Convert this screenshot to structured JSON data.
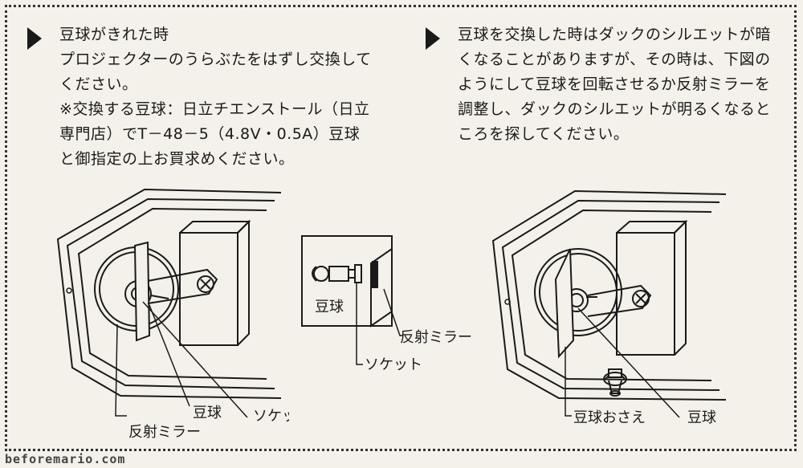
{
  "left": {
    "heading": "豆球がきれた時",
    "lines": [
      "プロジェクターのうらぶたをはずし交換して",
      "ください。",
      "※交換する豆球：日立チエンストール（日立",
      "専門店）でT－48－5（4.8V・0.5A）豆球",
      "と御指定の上お買求めください。"
    ],
    "labels": {
      "bulb_main": "豆球",
      "socket_main": "ソケット",
      "mirror_main": "反射ミラー",
      "bulb_inset": "豆球",
      "mirror_inset": "反射ミラー",
      "socket_inset": "ソケット"
    }
  },
  "right": {
    "lines": [
      "豆球を交換した時はダックのシルエットが暗",
      "くなることがありますが、その時は、下図の",
      "ようにして豆球を回転させるか反射ミラーを",
      "調整し、ダックのシルエットが明るくなると",
      "ころを探してください。"
    ],
    "labels": {
      "holder": "豆球おさえ",
      "bulb": "豆球"
    }
  },
  "footer": "beforemario.com"
}
